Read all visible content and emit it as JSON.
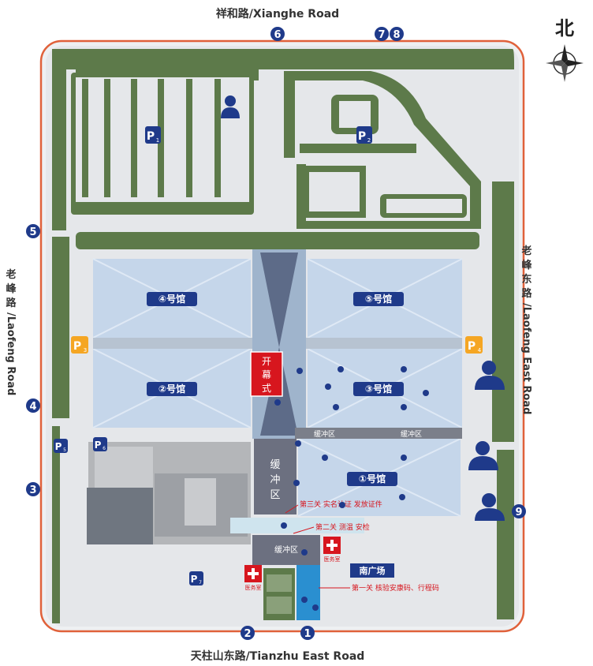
{
  "roads": {
    "north": "祥和路/Xianghe Road",
    "south": "天柱山东路/Tianzhu East Road",
    "west_cn": [
      "老",
      "峰",
      "路"
    ],
    "west_en": "/Laofeng Road",
    "east_cn": [
      "老",
      "峰",
      "东",
      "路"
    ],
    "east_en": "/Laofeng East Road"
  },
  "compass": {
    "label": "北"
  },
  "gates": [
    "1",
    "2",
    "3",
    "4",
    "5",
    "6",
    "7",
    "8",
    "9"
  ],
  "parking": {
    "main_letter": "P",
    "p1": "1",
    "p2": "2",
    "p3": "3",
    "p4": "4",
    "p5": "5",
    "p6": "6",
    "p7": "7"
  },
  "halls": {
    "h1": "①号馆",
    "h2": "②号馆",
    "h3": "③号馆",
    "h4": "④号馆",
    "h5": "⑤号馆"
  },
  "opening_ceremony": [
    "开",
    "幕",
    "式"
  ],
  "buffer_zone": "缓冲区",
  "buffer_vertical": [
    "缓",
    "冲",
    "区"
  ],
  "south_plaza": "南广场",
  "checkpoints": {
    "c1": "第一关 核验安康码、行程码",
    "c2": "第二关 测温 安检",
    "c3": "第三关 实名认证 发放证件"
  },
  "medical": "医务室",
  "colors": {
    "green": "#5d7a4a",
    "grey": "#a7a9ab",
    "navy": "#1f3a8a",
    "red": "#d7161e",
    "orange": "#f5a623"
  }
}
